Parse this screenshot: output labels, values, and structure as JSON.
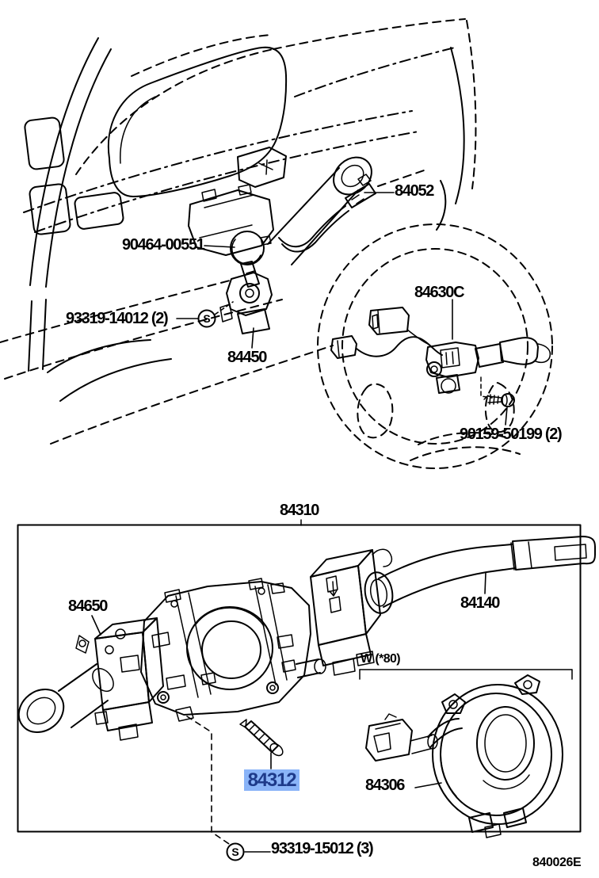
{
  "callouts": {
    "p84052": "84052",
    "p90464": "90464-00551",
    "p93319a": "93319-14012 (2)",
    "p84450": "84450",
    "p84630c": "84630C",
    "p90159": "90159-50199 (2)",
    "p84310": "84310",
    "p84650": "84650",
    "p84140": "84140",
    "w80": "W (*80)",
    "p84312": "84312",
    "p84306": "84306",
    "p93319b": "93319-15012 (3)"
  },
  "symbols": {
    "screw": "S"
  },
  "footer": {
    "drawing_code": "840026E"
  },
  "colors": {
    "line": "#000000",
    "background": "#ffffff",
    "highlight_bg": "#8ab4f8",
    "highlight_text": "#1e3a8a"
  }
}
